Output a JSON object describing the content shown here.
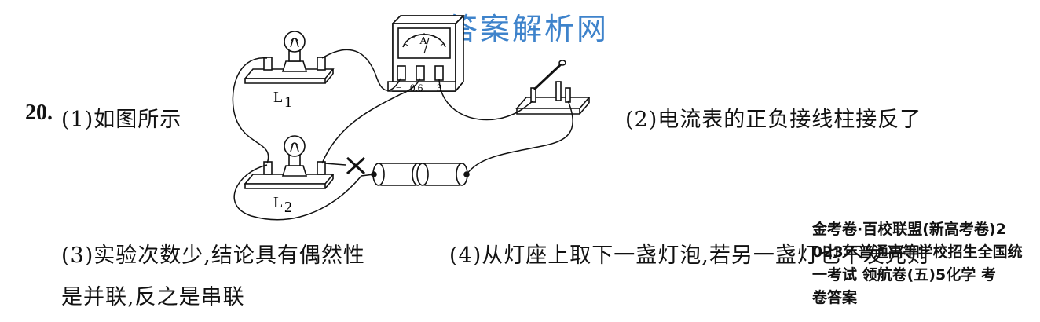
{
  "question_number": "20.",
  "answer_1": "(1)如图所示",
  "answer_2": "(2)电流表的正负接线柱接反了",
  "answer_3": "(3)实验次数少,结论具有偶然性",
  "answer_4": "(4)从灯座上取下一盏灯泡,若另一盏灯也不发光则",
  "answer_4_cont": "是并联,反之是串联",
  "watermark": "答案解析网",
  "overlay_line_1": "金考卷·百校联盟(新高考卷)2",
  "overlay_line_2": "023年普通高等学校招生全国统",
  "overlay_line_3": "一考试 领航卷(五)5化学 考",
  "overlay_line_4": "卷答案",
  "diagram": {
    "lamp1_label": "L",
    "lamp1_sub": "1",
    "lamp2_label": "L",
    "lamp2_sub": "2",
    "meter_letter": "A",
    "terminal_neg": "−",
    "terminal_06": "0.6",
    "terminal_3": "3",
    "break_mark": "×"
  }
}
